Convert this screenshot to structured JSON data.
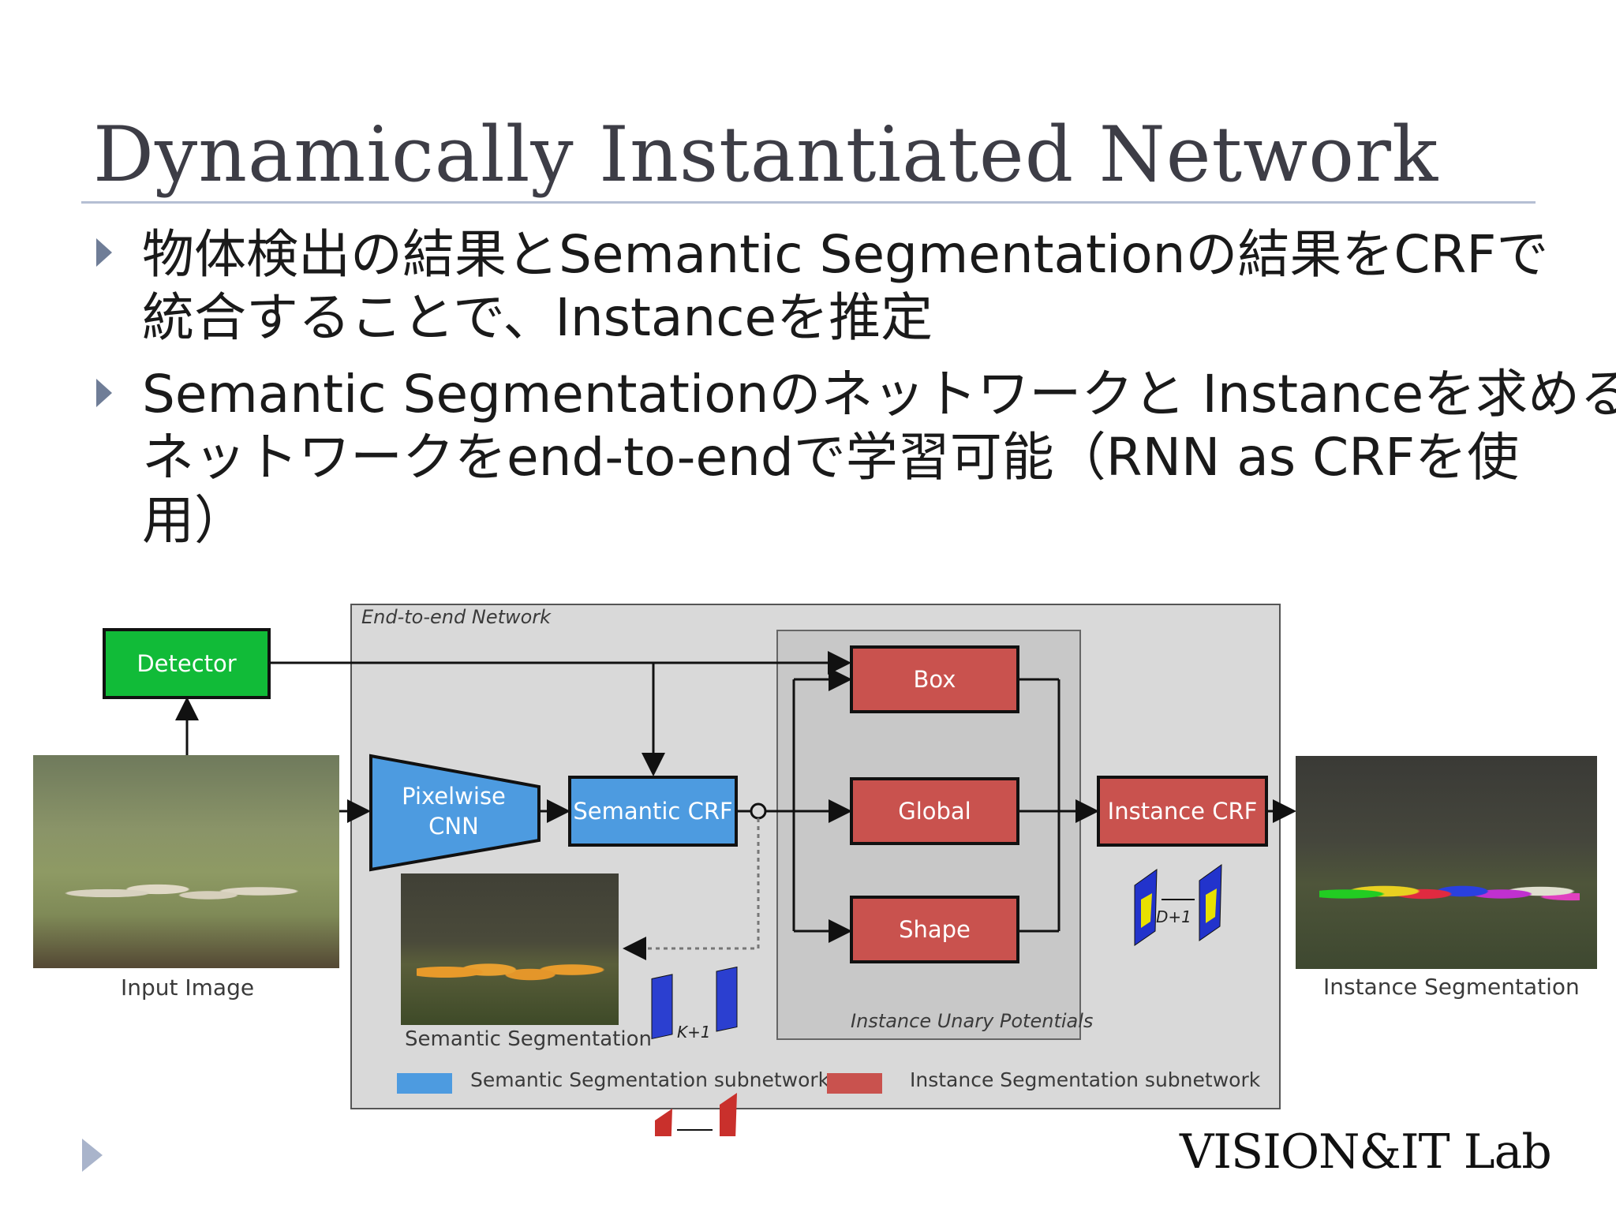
{
  "slide": {
    "title": "Dynamically Instantiated Network",
    "bullets": [
      {
        "lines": [
          "物体検出の結果とSemantic Segmentationの結果をCRFで",
          "統合することで、Instanceを推定"
        ]
      },
      {
        "lines": [
          "Semantic Segmentationのネットワークと Instanceを求める",
          "ネットワークをend-to-endで学習可能（RNN as CRFを使",
          "用）"
        ]
      }
    ],
    "logo": "VISION&IT Lab"
  },
  "diagram": {
    "network_label": "End-to-end Network",
    "detector": "Detector",
    "pixelwise_cnn": [
      "Pixelwise",
      "CNN"
    ],
    "semantic_crf": "Semantic CRF",
    "box": "Box",
    "global": "Global",
    "shape": "Shape",
    "instance_crf": "Instance CRF",
    "unary_label": "Instance Unary Potentials",
    "input_caption": "Input Image",
    "semantic_caption": "Semantic Segmentation",
    "instance_caption": "Instance Segmentation",
    "k_label": "K+1",
    "d_label": "D+1",
    "legend": [
      {
        "label": "Semantic Segmentation subnetwork",
        "color": "#4d9be0"
      },
      {
        "label": "Instance Segmentation subnetwork",
        "color": "#c9524e"
      }
    ],
    "colors": {
      "detector": "#11bb38",
      "semantic": "#4d9be0",
      "instance": "#c9524e",
      "panel": "#d9d9d9",
      "inner_panel": "#c8c8c8"
    }
  }
}
